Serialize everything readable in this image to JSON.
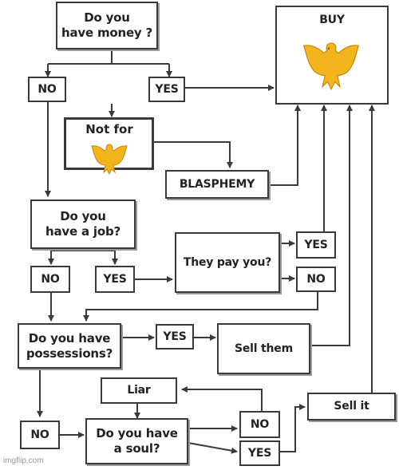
{
  "flowchart": {
    "q_money": "Do you\nhave money ?",
    "no_1": "NO",
    "yes_1": "YES",
    "buy": "BUY",
    "not_for": "Not for",
    "blasphemy": "BLASPHEMY",
    "q_job": "Do you\nhave a job?",
    "no_2": "NO",
    "yes_2": "YES",
    "q_pay": "They pay you?",
    "yes_3": "YES",
    "no_3": "NO",
    "q_possessions": "Do you have\npossessions?",
    "yes_4": "YES",
    "sell_them": "Sell them",
    "liar": "Liar",
    "no_5": "NO",
    "q_soul": "Do you have\na soul?",
    "no_4": "NO",
    "yes_5": "YES",
    "sell_it": "Sell it"
  },
  "watermark": "imgflip.com",
  "colors": {
    "eagle": "#f2b51e",
    "eagle_shade": "#c8860a",
    "stroke": "#3a3a3a"
  },
  "icons": {
    "eagle_emblem": "golden-eagle-icon"
  }
}
